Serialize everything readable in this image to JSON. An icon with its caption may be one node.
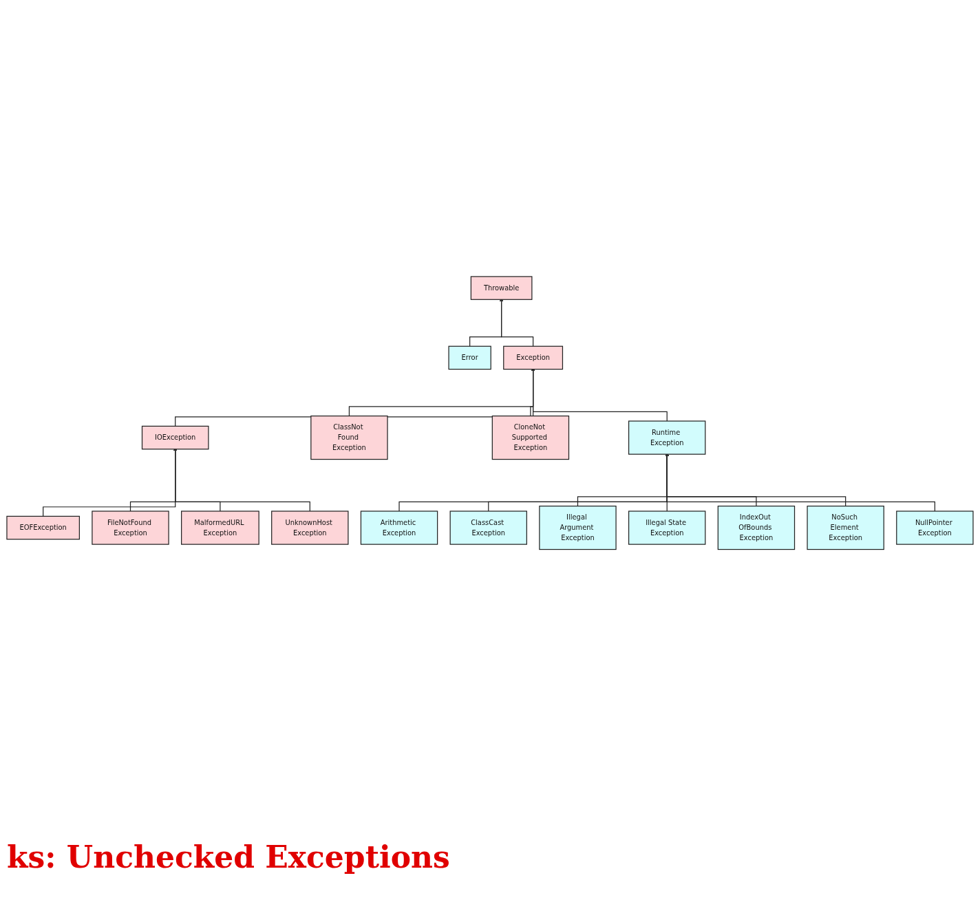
{
  "diagram": {
    "nodes": [
      {
        "text": [
          "Throwable"
        ]
      },
      {
        "text": [
          "Error"
        ]
      },
      {
        "text": [
          "Exception"
        ]
      },
      {
        "text": [
          "IOException"
        ]
      },
      {
        "text": [
          "ClassNot Found Exception"
        ]
      },
      {
        "text": [
          "CloneNot Supported Exception"
        ]
      },
      {
        "text": [
          "Runtime Exception"
        ]
      },
      {
        "text": [
          "EOFException"
        ]
      },
      {
        "text": [
          "FileNotFound Exception"
        ]
      },
      {
        "text": [
          "MalformedURL Exception"
        ]
      },
      {
        "text": [
          "UnknownHost Exception"
        ]
      },
      {
        "text": [
          "Arithmetic Exception"
        ]
      },
      {
        "text": [
          "ClassCast Exception"
        ]
      },
      {
        "text": [
          "Illegal Argument Exception"
        ]
      },
      {
        "text": [
          "Illegal State Exception"
        ]
      },
      {
        "text": [
          "IndexOut OfBounds Exception"
        ]
      },
      {
        "text": [
          "NoSuch Element Exception"
        ]
      },
      {
        "text": [
          "NullPointer Exception"
        ]
      }
    ],
    "edges": [
      {
        "from": 1,
        "to": 0,
        "arrow": "to"
      },
      {
        "from": 2,
        "to": 0,
        "arrow": "to"
      },
      {
        "from": 3,
        "to": 2,
        "arrow": "to"
      },
      {
        "from": 4,
        "to": 2,
        "arrow": "to"
      },
      {
        "from": 5,
        "to": 2,
        "arrow": "to"
      },
      {
        "from": 6,
        "to": 2,
        "arrow": "to"
      },
      {
        "from": 7,
        "to": 3,
        "arrow": "to"
      },
      {
        "from": 8,
        "to": 3,
        "arrow": "to"
      },
      {
        "from": 9,
        "to": 3,
        "arrow": "to"
      },
      {
        "from": 10,
        "to": 3,
        "arrow": "to"
      },
      {
        "from": 11,
        "to": 6,
        "arrow": "to"
      },
      {
        "from": 12,
        "to": 6,
        "arrow": "to"
      },
      {
        "from": 13,
        "to": 6,
        "arrow": "to"
      },
      {
        "from": 14,
        "to": 6,
        "arrow": "to"
      },
      {
        "from": 15,
        "to": 6,
        "arrow": "to"
      },
      {
        "from": 16,
        "to": 6,
        "arrow": "to"
      },
      {
        "from": 17,
        "to": 6,
        "arrow": "to"
      }
    ],
    "labels": [
      "ks: Unchecked Exceptions"
    ]
  }
}
